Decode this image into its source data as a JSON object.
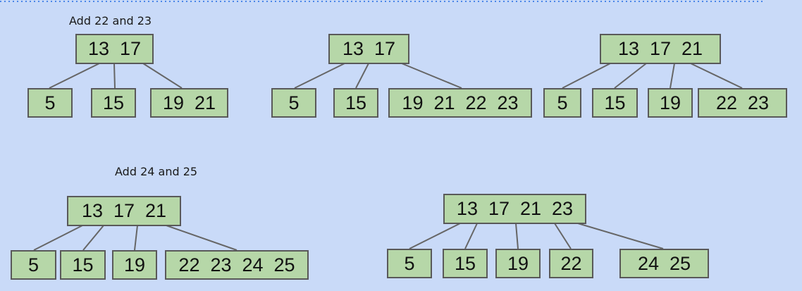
{
  "captions": {
    "first": "Add 22 and 23",
    "second": "Add 24 and 25"
  },
  "trees": {
    "t1": {
      "root": "13  17",
      "children": [
        "5",
        "15",
        "19  21"
      ]
    },
    "t2": {
      "root": "13  17",
      "children": [
        "5",
        "15",
        "19  21  22  23"
      ]
    },
    "t3": {
      "root": "13  17  21",
      "children": [
        "5",
        "15",
        "19",
        "22  23"
      ]
    },
    "t4": {
      "root": "13  17  21",
      "children": [
        "5",
        "15",
        "19",
        "22  23  24  25"
      ]
    },
    "t5": {
      "root": "13  17  21  23",
      "children": [
        "5",
        "15",
        "19",
        "22",
        "24  25"
      ]
    }
  },
  "colors": {
    "background": "#c9daf8",
    "node_fill": "#b6d7a8",
    "node_border": "#595959",
    "edge": "#666666",
    "dotted_rule": "#4a86e8"
  }
}
